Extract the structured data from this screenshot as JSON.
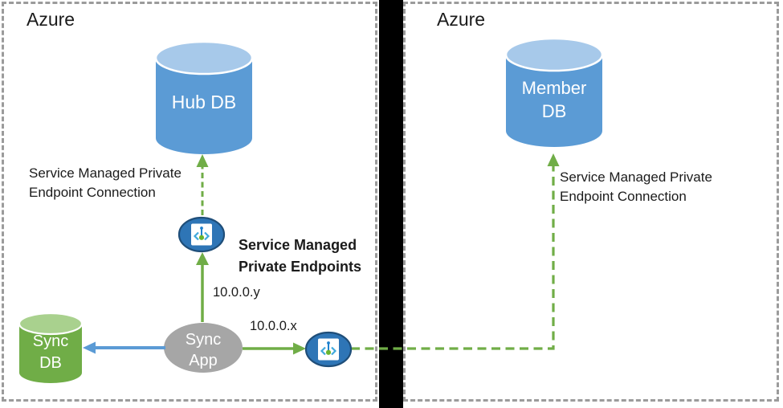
{
  "regions": {
    "left": {
      "title": "Azure"
    },
    "right": {
      "title": "Azure"
    }
  },
  "nodes": {
    "hub_db": {
      "label": "Hub DB"
    },
    "member_db": {
      "line1": "Member",
      "line2": "DB"
    },
    "sync_db": {
      "line1": "Sync",
      "line2": "DB"
    },
    "sync_app": {
      "line1": "Sync",
      "line2": "App"
    },
    "private_endpoint_hub": {
      "icon": "private-endpoint-icon"
    },
    "private_endpoint_member": {
      "icon": "private-endpoint-icon"
    }
  },
  "labels": {
    "hub_connection": {
      "line1": "Service Managed Private",
      "line2": "Endpoint Connection"
    },
    "member_connection": {
      "line1": "Service Managed Private",
      "line2": "Endpoint Connection"
    },
    "private_endpoints_title": {
      "line1": "Service Managed",
      "line2": "Private Endpoints"
    },
    "ip_hub": "10.0.0.y",
    "ip_member": "10.0.0.x"
  },
  "colors": {
    "db_blue": "#5B9BD5",
    "db_blue_top": "#A7C9EA",
    "db_green": "#70AD47",
    "db_green_top": "#A9D18E",
    "app_gray": "#A6A6A6",
    "endpoint_fill": "#2E75B6",
    "endpoint_border": "#1F4E79",
    "arrow_green": "#70AD47",
    "arrow_blue": "#5B9BD5",
    "divider": "#000000",
    "region_border": "#9B9B9B"
  }
}
